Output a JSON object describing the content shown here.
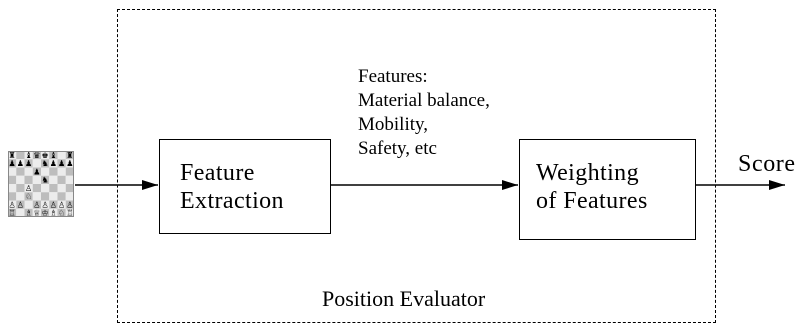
{
  "diagram": {
    "evaluator_label": "Position Evaluator",
    "features_note": [
      "Features:",
      "Material balance,",
      "Mobility,",
      "Safety, etc"
    ],
    "feature_extraction": [
      "Feature",
      "Extraction"
    ],
    "weighting": [
      "Weighting",
      "of Features"
    ],
    "output_label": "Score"
  },
  "chess_board": {
    "light_square": "#ececec",
    "dark_square": "#bdbdbd",
    "pieces": [
      "♜.♝♛♚♝.♜",
      "♟♟♟.♞♟♟♟",
      "...♟....",
      "....♞...",
      "..♙.....",
      "..♘.....",
      "♙♙.♙♙♙♙♙",
      "♖.♗♕♔♗♘♖"
    ]
  }
}
